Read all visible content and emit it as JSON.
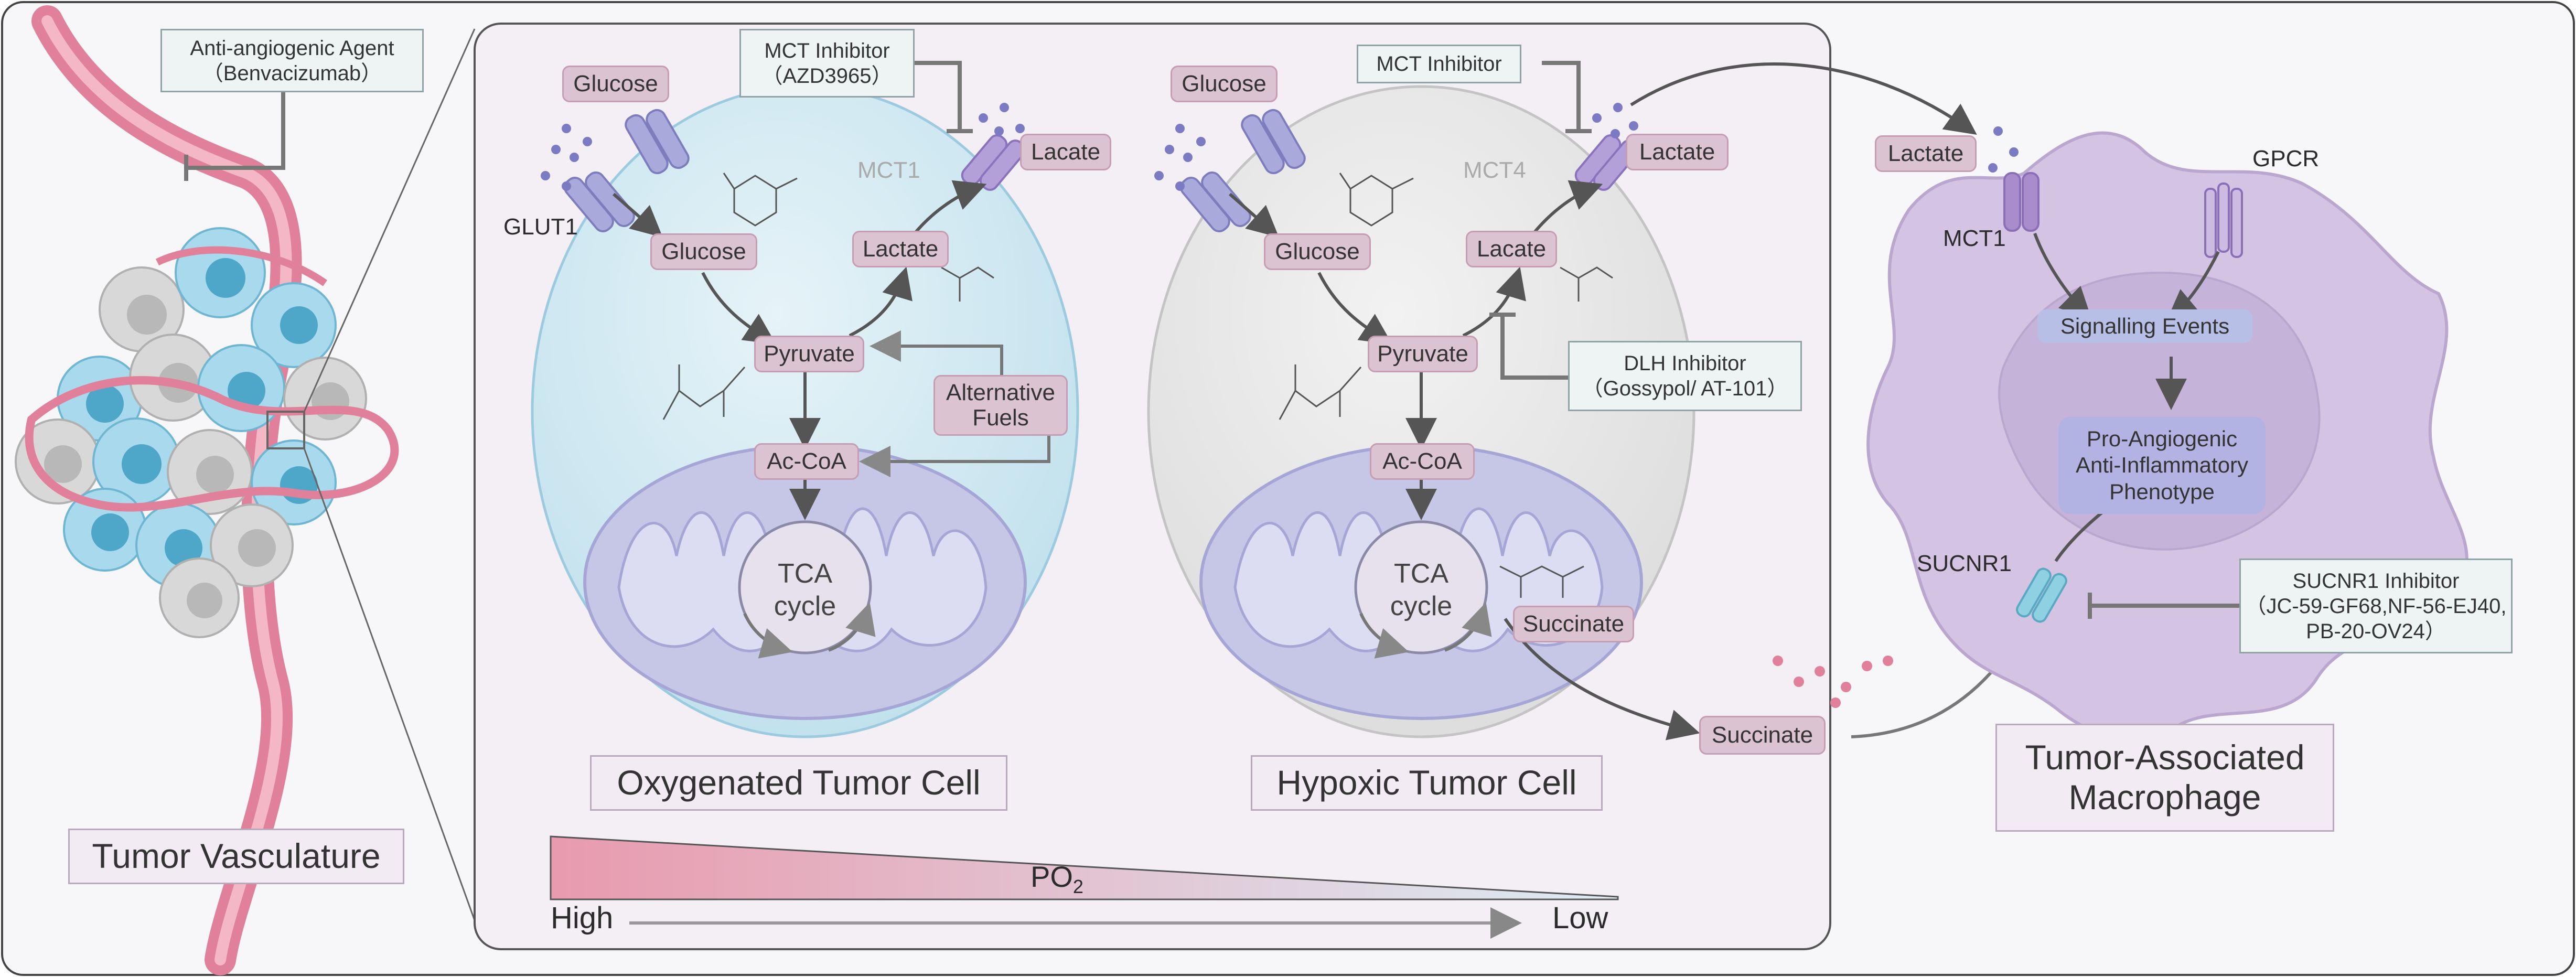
{
  "vasculature": {
    "agent_line1": "Anti-angiogenic Agent",
    "agent_line2": "（Benvacizumab）",
    "title": "Tumor Vasculature"
  },
  "oxygenated": {
    "glucose_out": "Glucose",
    "glut1": "GLUT1",
    "glucose_in": "Glucose",
    "mct_inhibitor_line1": "MCT Inhibitor",
    "mct_inhibitor_line2": "（AZD3965）",
    "mct1": "MCT1",
    "lactate_out": "Lacate",
    "lactate_in": "Lactate",
    "pyruvate": "Pyruvate",
    "alt_fuels_line1": "Alternative",
    "alt_fuels_line2": "Fuels",
    "acoa": "Ac-CoA",
    "tca_line1": "TCA",
    "tca_line2": "cycle",
    "title": "Oxygenated Tumor Cell"
  },
  "hypoxic": {
    "glucose_out": "Glucose",
    "glucose_in": "Glucose",
    "mct_inhibitor": "MCT Inhibitor",
    "mct4": "MCT4",
    "lactate_out": "Lactate",
    "lactate_in": "Lacate",
    "pyruvate": "Pyruvate",
    "dlh_line1": "DLH Inhibitor",
    "dlh_line2": "（Gossypol/ AT-101）",
    "acoa": "Ac-CoA",
    "tca_line1": "TCA",
    "tca_line2": "cycle",
    "succinate_in": "Succinate",
    "title": "Hypoxic Tumor Cell"
  },
  "gradient": {
    "label": "PO",
    "subscript": "2",
    "high": "High",
    "low": "Low",
    "color_high": "#e89aae",
    "color_low": "#dcecf4"
  },
  "succinate_out": "Succinate",
  "macrophage": {
    "lactate": "Lactate",
    "gpcr": "GPCR",
    "mct1": "MCT1",
    "signalling": "Signalling Events",
    "phenotype_line1": "Pro-Angiogenic",
    "phenotype_line2": "Anti-Inflammatory",
    "phenotype_line3": "Phenotype",
    "sucnr1": "SUCNR1",
    "sucnr1_inhibitor_line1": "SUCNR1 Inhibitor",
    "sucnr1_inhibitor_line2": "（JC-59-GF68,NF-56-EJ40,",
    "sucnr1_inhibitor_line3": "PB-20-OV24）",
    "title_line1": "Tumor-Associated",
    "title_line2": "Macrophage"
  },
  "colors": {
    "metabolite_pill": "#dcc3d1",
    "inhibitor_box": "#eef4f4",
    "macrophage": "#d5c3e3",
    "oxygenated_cell": "#cce6f0",
    "hypoxic_cell": "#e4e4e4",
    "mitochondria": "#b3b3dc"
  }
}
